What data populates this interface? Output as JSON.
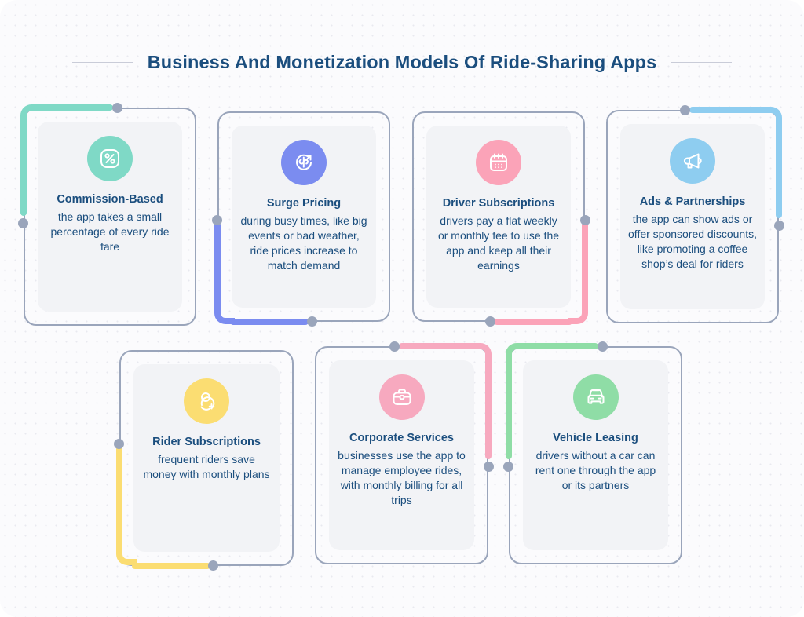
{
  "header": {
    "title": "Business And Monetization Models Of Ride-Sharing Apps"
  },
  "colors": {
    "background": "#fbfbfd",
    "text": "#1b4e7e",
    "card_border": "#9aa5bb",
    "card_inner": "#f2f3f6",
    "dot": "#9aa5bb"
  },
  "cards": [
    {
      "id": "commission-based",
      "title": "Commission-Based",
      "description": "the app takes a small percentage of every ride fare",
      "icon": "percent-badge-icon",
      "color": "#7fd9c6"
    },
    {
      "id": "surge-pricing",
      "title": "Surge Pricing",
      "description": "during busy times, like big events or bad weather, ride prices increase to match demand",
      "icon": "dollar-trend-up-icon",
      "color": "#7b8cf0"
    },
    {
      "id": "driver-subscriptions",
      "title": "Driver Subscriptions",
      "description": "drivers pay a flat weekly or monthly fee to use the app and keep all their earnings",
      "icon": "calendar-icon",
      "color": "#fba3b8"
    },
    {
      "id": "ads-partnerships",
      "title": "Ads & Partnerships",
      "description": "the app can show ads or offer sponsored discounts, like promoting a coffee shop’s deal for riders",
      "icon": "megaphone-icon",
      "color": "#8ecdf0"
    },
    {
      "id": "rider-subscriptions",
      "title": "Rider Subscriptions",
      "description": "frequent riders save money with monthly plans",
      "icon": "add-user-icon",
      "color": "#fbdd72"
    },
    {
      "id": "corporate-services",
      "title": "Corporate Services",
      "description": "businesses use the app to manage employee rides, with monthly billing for all trips",
      "icon": "briefcase-icon",
      "color": "#f7a9bf"
    },
    {
      "id": "vehicle-leasing",
      "title": "Vehicle Leasing",
      "description": "drivers without a car can rent one through the app or its partners",
      "icon": "car-front-icon",
      "color": "#8fdda6"
    }
  ]
}
